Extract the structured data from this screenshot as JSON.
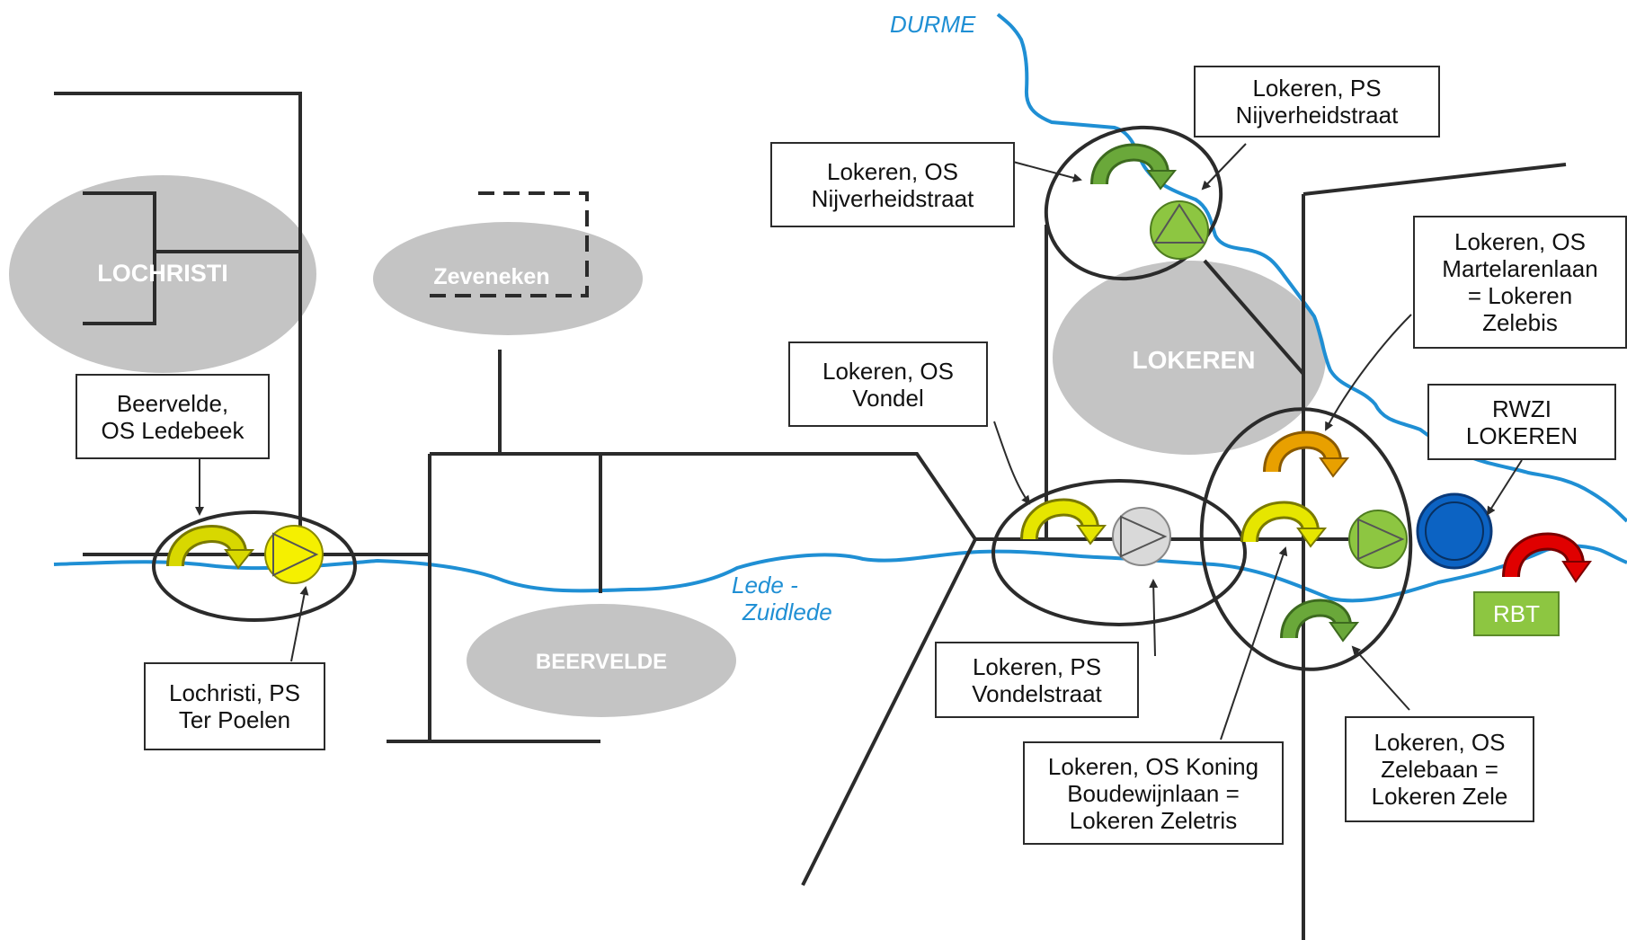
{
  "rivers": {
    "durme": "DURME",
    "lede_zuidlede_line1": "Lede -",
    "lede_zuidlede_line2": "Zuidlede",
    "color": "#1f8fd4"
  },
  "areas": {
    "lochristi": "LOCHRISTI",
    "zeveneken": "Zeveneken",
    "beervelde": "BEERVELDE",
    "lokeren": "LOKEREN",
    "fill": "#c4c4c4"
  },
  "labels": {
    "beervelde_os_ledebeek": [
      "Beervelde,",
      "OS Ledebeek"
    ],
    "lochristi_ps_ter_poelen": [
      "Lochristi, PS",
      "Ter Poelen"
    ],
    "lokeren_os_vondel": [
      "Lokeren, OS",
      "Vondel"
    ],
    "lokeren_ps_vondelstraat": [
      "Lokeren, PS",
      "Vondelstraat"
    ],
    "lokeren_os_nijverheidstraat": [
      "Lokeren, OS",
      "Nijverheidstraat"
    ],
    "lokeren_ps_nijverheidstraat": [
      "Lokeren, PS",
      "Nijverheidstraat"
    ],
    "lokeren_os_martelarenlaan": [
      "Lokeren, OS",
      "Martelarenlaan",
      "= Lokeren",
      "Zelebis"
    ],
    "rwzi_lokeren": [
      "RWZI",
      "LOKEREN"
    ],
    "lokeren_os_koning_boudewijnlaan": [
      "Lokeren, OS Koning",
      "Boudewijnlaan =",
      "Lokeren Zeletris"
    ],
    "lokeren_os_zelebaan": [
      "Lokeren, OS",
      "Zelebaan =",
      "Lokeren Zele"
    ],
    "rbt": "RBT"
  },
  "colors": {
    "yellow_pump": "#f5f000",
    "grey_pump": "#d9d9d9",
    "green_pump": "#8dc641",
    "yellow_overflow": "#d8d800",
    "orange_overflow": "#e8a000",
    "green_overflow": "#6aa83a",
    "red_overflow": "#e00000",
    "wwtp_blue": "#0c63c3",
    "rbt_green": "#8dc641",
    "line": "#2b2b2b"
  }
}
